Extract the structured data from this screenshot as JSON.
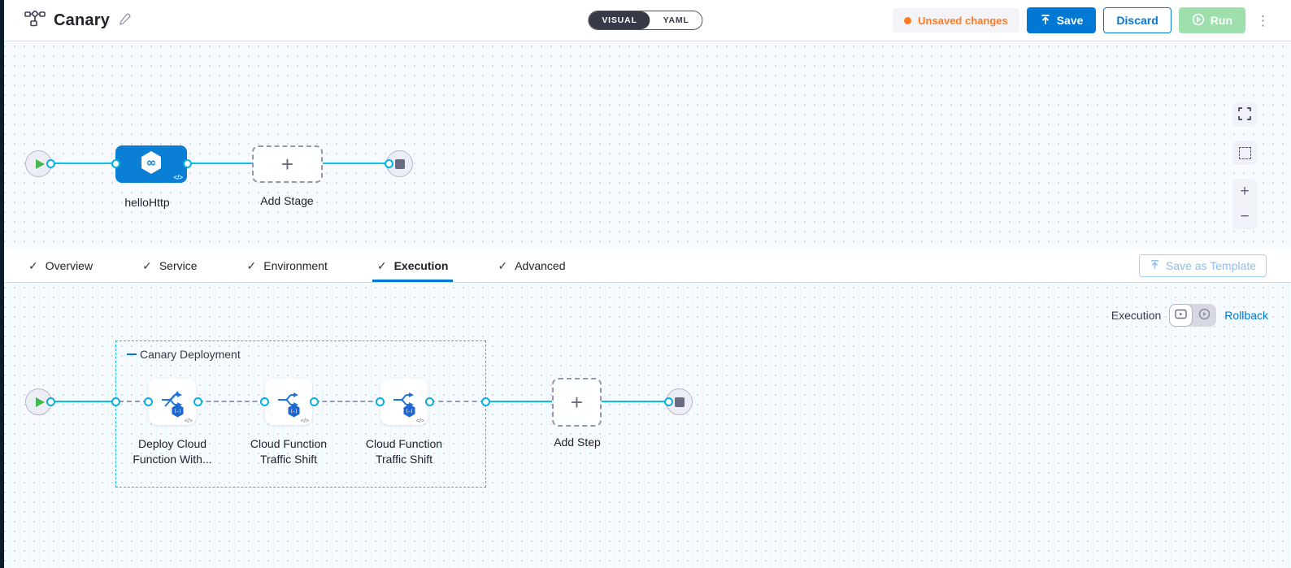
{
  "header": {
    "title": "Canary",
    "mode_toggle": {
      "visual": "VISUAL",
      "yaml": "YAML"
    },
    "unsaved_badge": "Unsaved changes",
    "save": "Save",
    "discard": "Discard",
    "run": "Run"
  },
  "stage_canvas": {
    "stage_label": "helloHttp",
    "add_stage": "Add Stage"
  },
  "tabs": {
    "items": [
      {
        "label": "Overview"
      },
      {
        "label": "Service"
      },
      {
        "label": "Environment"
      },
      {
        "label": "Execution"
      },
      {
        "label": "Advanced"
      }
    ],
    "active": "Execution",
    "save_as_template": "Save as Template"
  },
  "execution": {
    "mode_label": "Execution",
    "rollback": "Rollback",
    "group_label": "Canary Deployment",
    "steps": [
      {
        "line1": "Deploy Cloud",
        "line2": "Function With..."
      },
      {
        "line1": "Cloud Function",
        "line2": "Traffic Shift"
      },
      {
        "line1": "Cloud Function",
        "line2": "Traffic Shift"
      }
    ],
    "add_step": "Add Step"
  },
  "icons": {
    "check": "✓",
    "plus": "+",
    "minus": "−",
    "kebab": "⋮",
    "infinity": "∞",
    "code": "</>",
    "function_badge": "(–)"
  },
  "colors": {
    "accent_blue": "#0278d5",
    "node_blue": "#0b7ed6",
    "wire_cyan": "#0ac2e6",
    "orange": "#ff7b26",
    "run_green": "#9de0ad",
    "dark_text": "#22222a",
    "nav_strip": "#0a1b2c"
  }
}
